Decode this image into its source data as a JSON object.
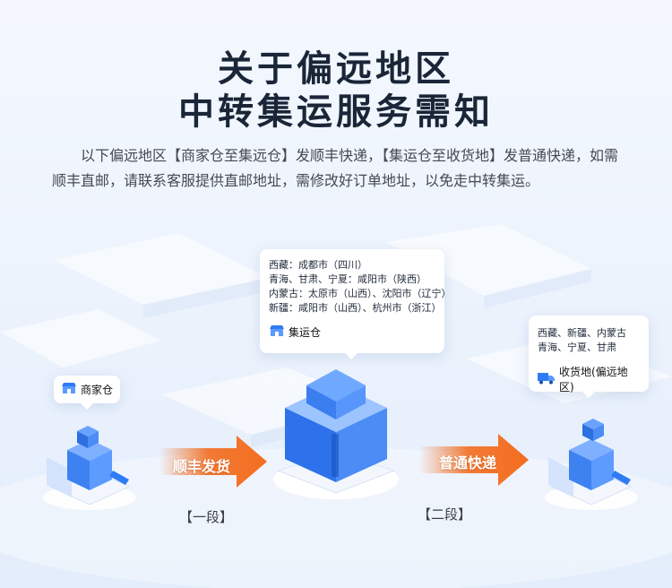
{
  "title": {
    "line1": "关于偏远地区",
    "line2": "中转集运服务需知"
  },
  "description": "以下偏远地区【商家仓至集远仓】发顺丰快递，【集运仓至收货地】发普通快递，如需顺丰直邮，请联系客服提供直邮地址，需修改好订单地址，以免走中转集运。",
  "merchant": {
    "label": "商家仓",
    "icon": "store-icon"
  },
  "hub": {
    "lines": [
      "西藏：成都市（四川）",
      "青海、甘肃、宁夏：咸阳市（陕西）",
      "内蒙古：太原市（山西）、沈阳市（辽宁）",
      "新疆：咸阳市（山西）、杭州市（浙江）"
    ],
    "label": "集运仓",
    "icon": "store-icon"
  },
  "destination": {
    "lines": [
      "西藏、新疆、内蒙古",
      "青海、宁夏、甘肃"
    ],
    "label": "收货地(偏远地区)",
    "icon": "truck-icon"
  },
  "leg1": {
    "label": "顺丰发货",
    "stage": "【一段】"
  },
  "leg2": {
    "label": "普通快递",
    "stage": "【二段】"
  },
  "colors": {
    "arrow": "#f36d1f",
    "accent": "#2f7bf5",
    "title": "#1a2638"
  }
}
